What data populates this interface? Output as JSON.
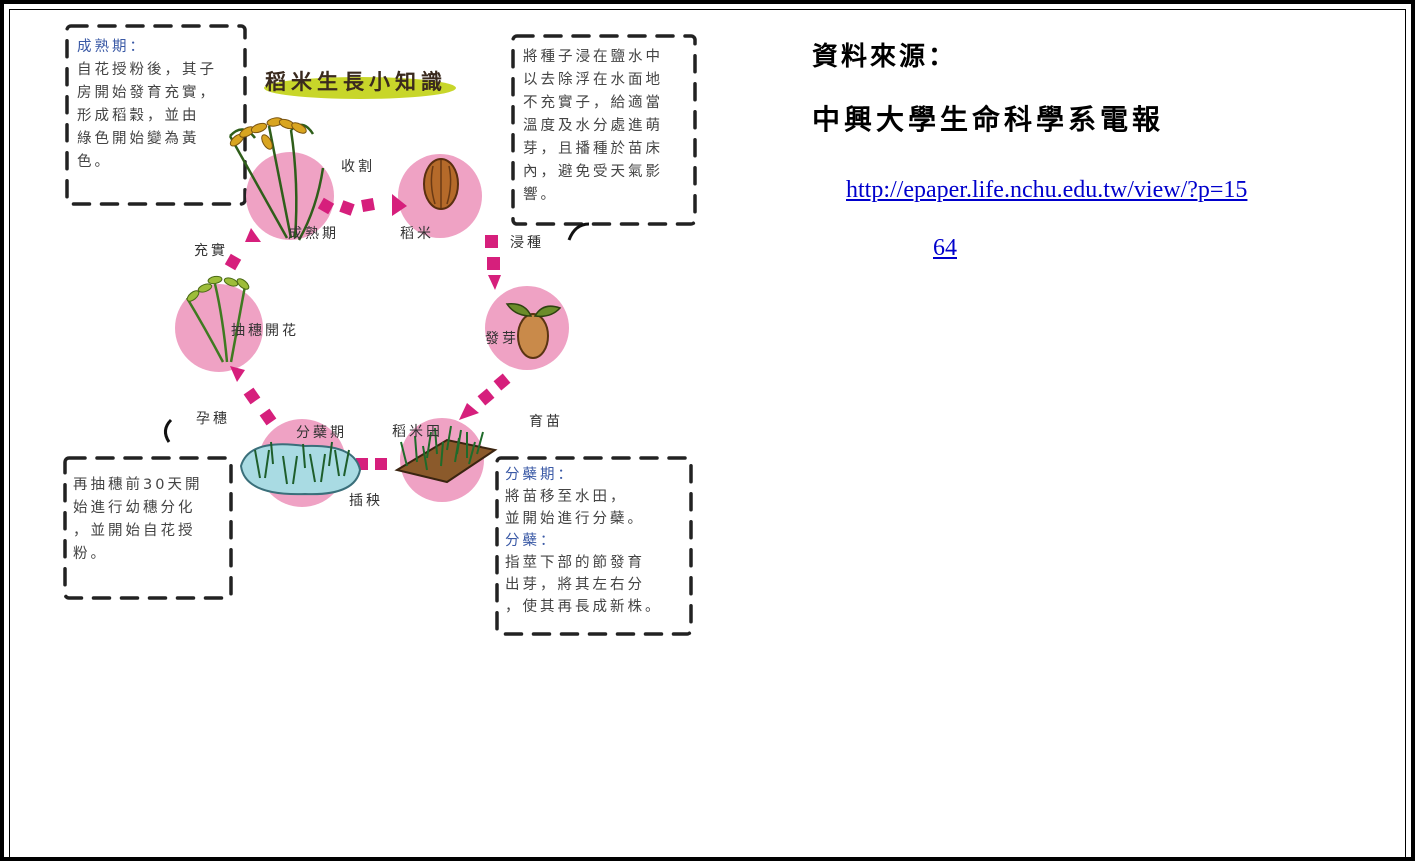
{
  "infographic": {
    "title": "稻米生長小知識",
    "stages": {
      "mature": "成熟期",
      "rice": "稻米",
      "sprout": "發芽",
      "paddy": "稻米田",
      "tiller": "分蘗期",
      "heading": "抽穗開花"
    },
    "transitions": {
      "harvest": "收割",
      "soak": "浸種",
      "seedling": "育苗",
      "transplant": "插秧",
      "booting": "孕穗",
      "filling": "充實"
    },
    "notes": {
      "mature": {
        "heading": "成熟期：",
        "lines": [
          "自花授粉後，其子",
          "房開始發育充實，",
          "形成稻穀，並由",
          "綠色開始變為黃",
          "色。"
        ]
      },
      "seed": {
        "lines": [
          "將種子浸在鹽水中",
          "以去除浮在水面地",
          "不充實子，給適當",
          "溫度及水分處進萌",
          "芽，且播種於苗床",
          "內，避免受天氣影",
          "響。"
        ]
      },
      "booting": {
        "lines": [
          "再抽穗前30天開",
          "始進行幼穗分化",
          "，並開始自花授",
          "粉。"
        ]
      },
      "tiller": {
        "heading": "分蘗期：",
        "lines": [
          "將苗移至水田，",
          "並開始進行分蘗。"
        ],
        "heading2": "分蘗：",
        "lines2": [
          "指莖下部的節發育",
          "出芽，將其左右分",
          "，使其再長成新株。"
        ]
      }
    }
  },
  "source": {
    "label": "資料來源：",
    "name": "中興大學生命科學系電報",
    "url_line1": "http://epaper.life.nchu.edu.tw/view/?p=15",
    "url_line2": "64"
  },
  "colors": {
    "circle": "#efa2c4",
    "arrow": "#d61f7c",
    "title_highlight": "#c8d62a",
    "link": "#0000cc"
  }
}
